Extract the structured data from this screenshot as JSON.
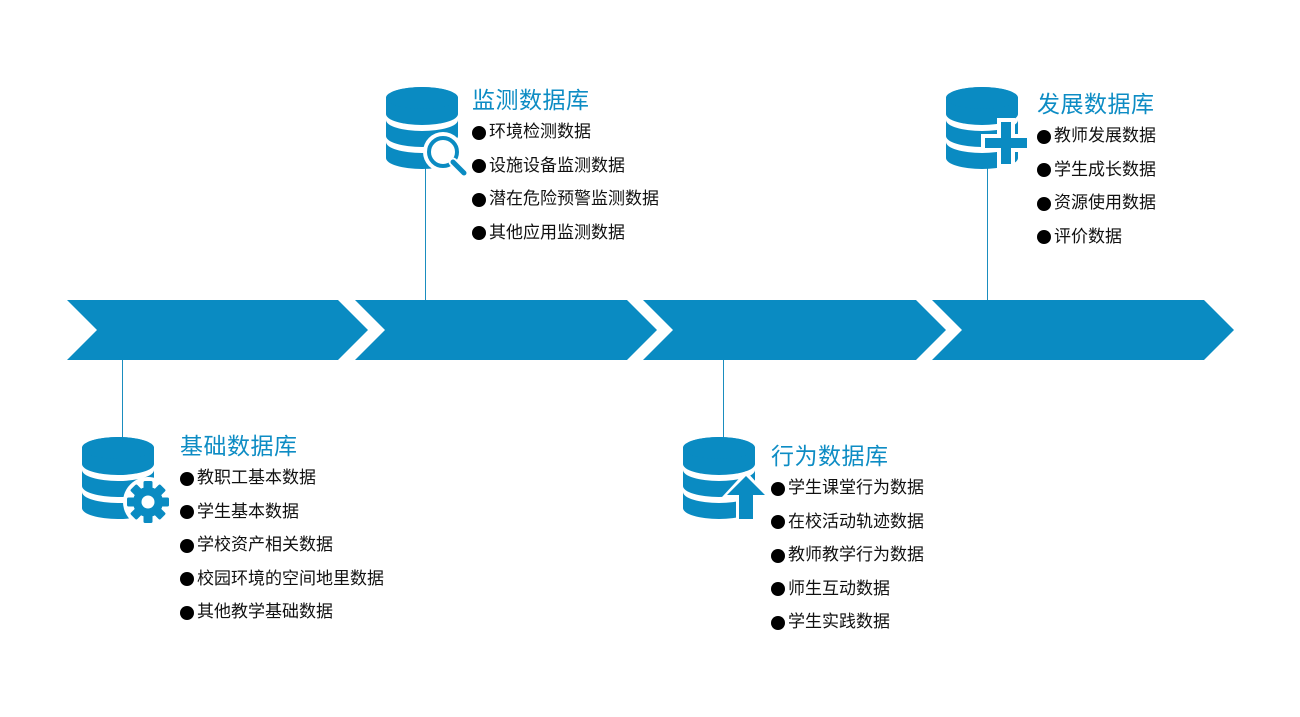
{
  "colors": {
    "primary": "#0a8bc2",
    "line": "#1a8dbf",
    "text": "#111111"
  },
  "databases": [
    {
      "key": "basic",
      "icon": "database-gear-icon",
      "title": "基础数据库",
      "items": [
        "教职工基本数据",
        "学生基本数据",
        "学校资产相关数据",
        "校园环境的空间地里数据",
        "其他教学基础数据"
      ]
    },
    {
      "key": "monitor",
      "icon": "database-search-icon",
      "title": "监测数据库",
      "items": [
        "环境检测数据",
        "设施设备监测数据",
        "潜在危险预警监测数据",
        "其他应用监测数据"
      ]
    },
    {
      "key": "behavior",
      "icon": "database-upload-icon",
      "title": "行为数据库",
      "items": [
        "学生课堂行为数据",
        "在校活动轨迹数据",
        "教师教学行为数据",
        "师生互动数据",
        "学生实践数据"
      ]
    },
    {
      "key": "development",
      "icon": "database-add-icon",
      "title": "发展数据库",
      "items": [
        "教师发展数据",
        "学生成长数据",
        "资源使用数据",
        "评价数据"
      ]
    }
  ]
}
